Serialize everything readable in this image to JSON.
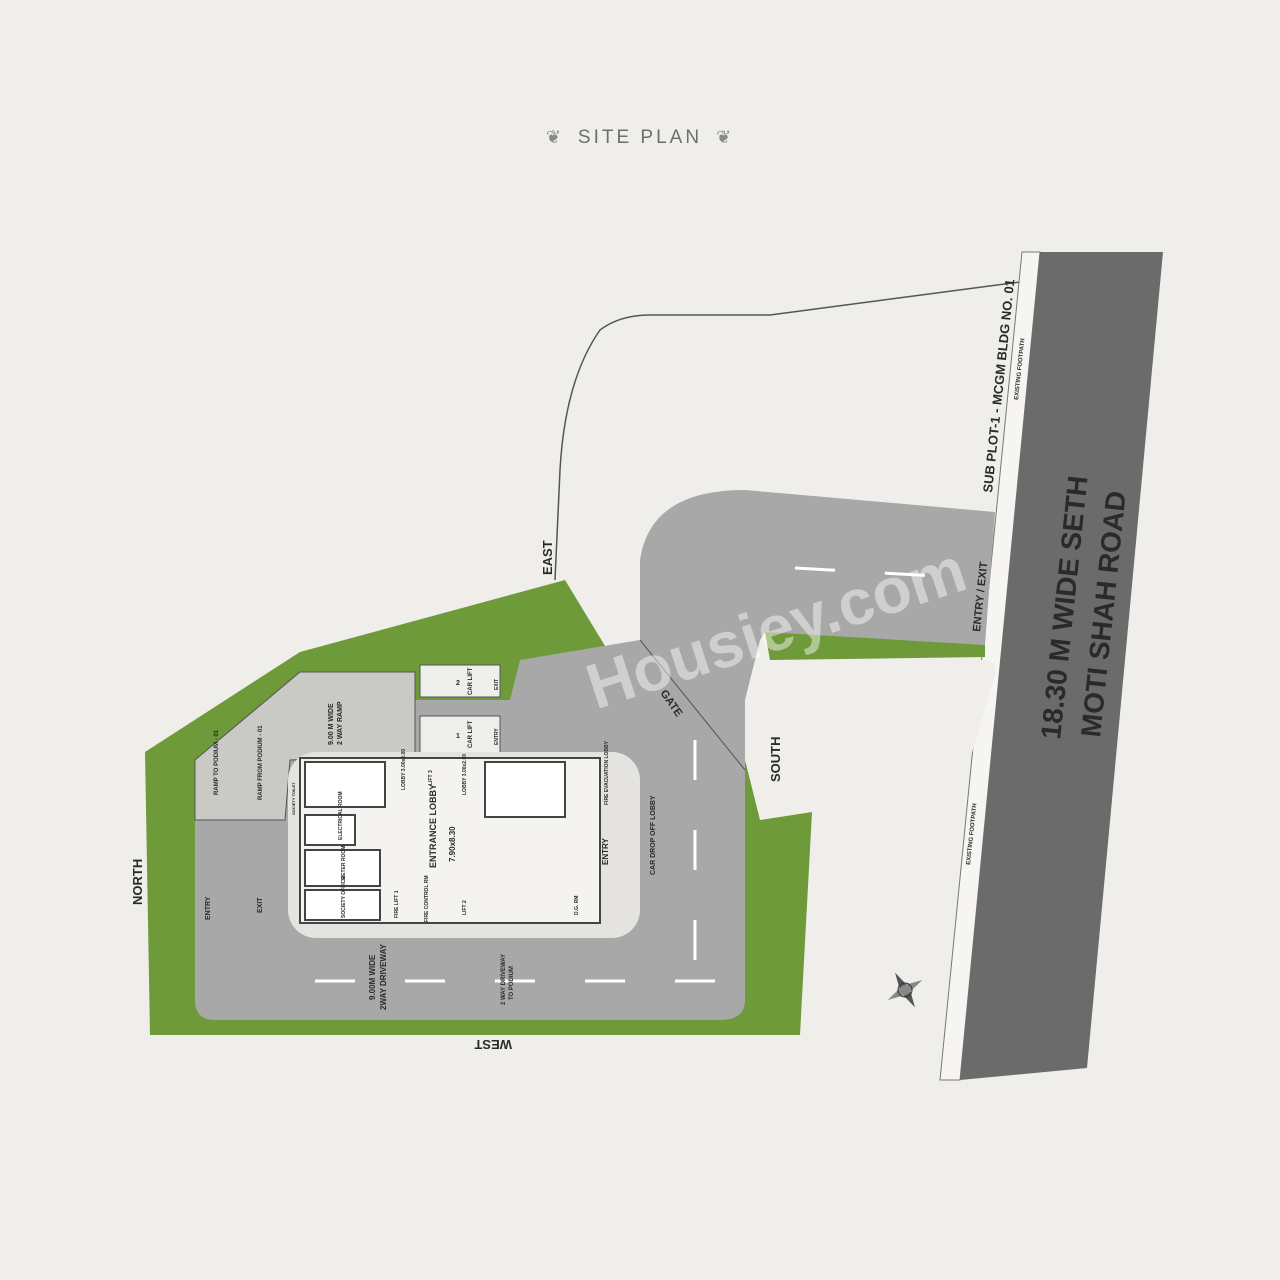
{
  "title": "SITE PLAN",
  "directions": {
    "north": "NORTH",
    "south": "SOUTH",
    "east": "EAST",
    "west": "WEST"
  },
  "road": {
    "line1": "18.30 M WIDE SETH",
    "line2": "MOTI SHAH ROAD"
  },
  "footpath": {
    "top": "EXISTING FOOTPATH",
    "bottom": "EXISTING FOOTPATH"
  },
  "neighbour": "SUB PLOT-1 - MCGM BLDG NO. 01",
  "entry_exit": "ENTRY / EXIT",
  "gate": "GATE",
  "watermark": "Housiey.com",
  "ramp": {
    "main": "9.00 M WIDE",
    "main2": "2 WAY RAMP",
    "to_podium": "RAMP TO PODIUM - 01",
    "from_podium": "RAMP FROM PODIUM - 01"
  },
  "car_lifts": [
    {
      "number": "2",
      "label": "CAR LIFT",
      "direction": "EXIT"
    },
    {
      "number": "1",
      "label": "CAR LIFT",
      "direction": "ENTRY"
    }
  ],
  "rooms": {
    "lobby_left": "LOBBY 3.00x2.00",
    "lobby_right": "LOBBY 3.00x2.00",
    "lift3": "LIFT 3",
    "lift2": "LIFT 2",
    "fire_lift": "FIRE LIFT 1",
    "fire_control": "FIRE CONTROL RM",
    "entrance_lobby": "ENTRANCE LOBBY",
    "entrance_dims": "7.90x8.30",
    "electrical": "ELECTRICAL ROOM",
    "meter": "METER ROOM",
    "society": "SOCIETY OFFICE",
    "toilet": "SOCIETY TOILET",
    "fire_evac": "FIRE EVACUATION LOBBY",
    "car_drop": "CAR DROP OFF LOBBY",
    "entry": "ENTRY",
    "dg": "D.G. RM"
  },
  "driveway": {
    "line1": "9.00M WIDE",
    "line2": "2WAY DRIVEWAY",
    "podium1": "2 WAY DRIVEWAY",
    "podium2": "TO PODIUM"
  },
  "gate_labels": {
    "entry": "ENTRY",
    "exit": "EXIT"
  },
  "colors": {
    "background": "#efeeea",
    "grass": "#6f9a3a",
    "road": "#6b6b6b",
    "driveway": "#a8a8a8",
    "building": "#f4f3ef"
  }
}
